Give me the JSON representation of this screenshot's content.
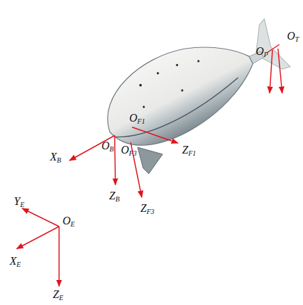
{
  "diagram": {
    "labels": [
      "YE",
      "OE",
      "XE",
      "ZE",
      "XB",
      "OB",
      "ZB",
      "OF1",
      "ZF1",
      "OF3",
      "ZF3",
      "OP",
      "OT"
    ]
  }
}
